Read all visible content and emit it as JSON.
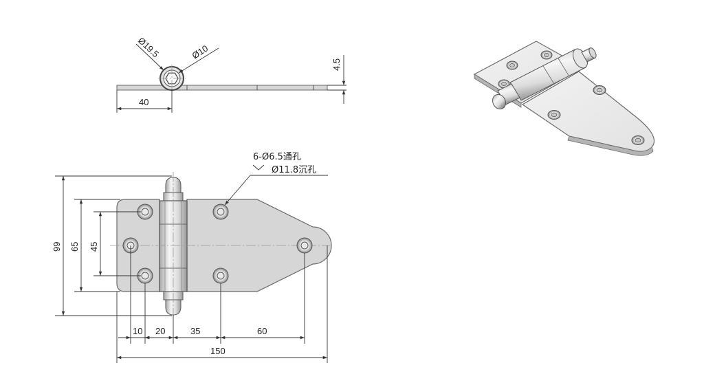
{
  "colors": {
    "plate_fill": "#d4d4d4",
    "plate_stroke": "#6a6a6a",
    "barrel_light": "#f2f2f2",
    "barrel_dark": "#9c9c9c",
    "dimension_line": "#333333",
    "text": "#222222"
  },
  "top_view": {
    "outer_dia": "Ø19.5",
    "inner_dia": "Ø10",
    "thickness": "4.5",
    "offset": "40"
  },
  "front_view": {
    "hole_note": "6-Ø6.5通孔",
    "counterbore_note": "Ø11.8沉孔",
    "overall_height": "99",
    "hole_span_outer": "65",
    "hole_span_inner": "45",
    "dim_10": "10",
    "dim_20": "20",
    "dim_35": "35",
    "dim_60": "60",
    "overall_length": "150"
  }
}
